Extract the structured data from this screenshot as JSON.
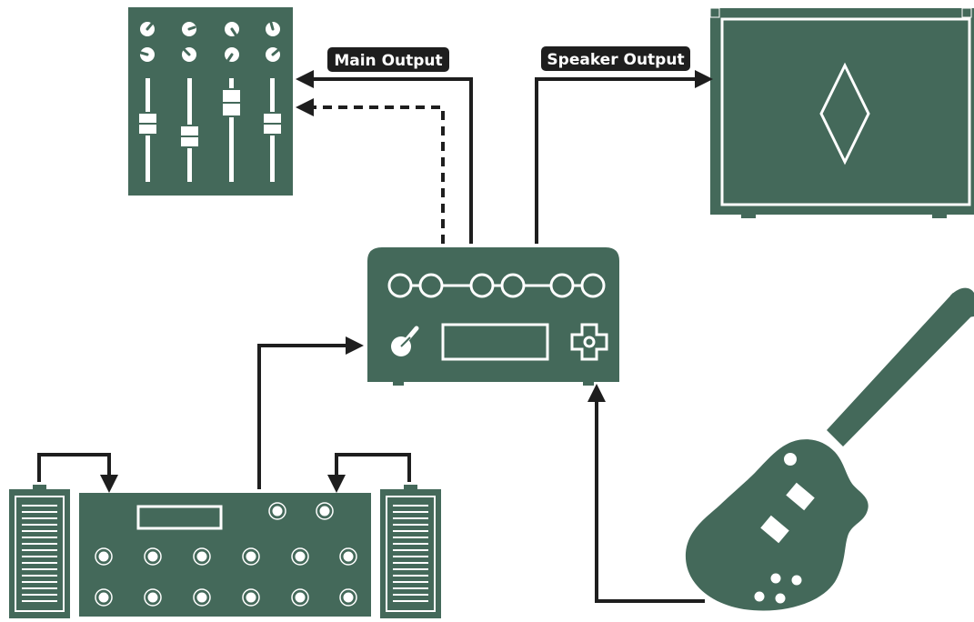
{
  "labels": {
    "main_output": "Main Output",
    "speaker_output": "Speaker Output"
  },
  "colors": {
    "device_fill": "#44695a",
    "detail": "#ffffff",
    "connection": "#1e1e1e",
    "label_bg": "#1e1e1e",
    "label_text": "#ffffff"
  },
  "devices": [
    {
      "name": "mixer",
      "icon": "mixing-console-icon"
    },
    {
      "name": "speaker-cabinet",
      "icon": "speaker-cabinet-icon"
    },
    {
      "name": "amp-profiler",
      "icon": "profiler-amp-icon"
    },
    {
      "name": "floor-controller",
      "icon": "footswitch-controller-icon"
    },
    {
      "name": "expression-pedal-left",
      "icon": "expression-pedal-icon"
    },
    {
      "name": "expression-pedal-right",
      "icon": "expression-pedal-icon"
    },
    {
      "name": "electric-guitar",
      "icon": "electric-guitar-icon"
    }
  ],
  "connections": [
    {
      "from": "amp-profiler",
      "to": "mixer",
      "style": "solid",
      "label": "main_output"
    },
    {
      "from": "amp-profiler",
      "to": "mixer",
      "style": "dashed"
    },
    {
      "from": "amp-profiler",
      "to": "speaker-cabinet",
      "style": "solid",
      "label": "speaker_output"
    },
    {
      "from": "floor-controller",
      "to": "amp-profiler",
      "style": "solid"
    },
    {
      "from": "expression-pedal-left",
      "to": "floor-controller",
      "style": "solid"
    },
    {
      "from": "expression-pedal-right",
      "to": "floor-controller",
      "style": "solid"
    },
    {
      "from": "electric-guitar",
      "to": "amp-profiler",
      "style": "solid"
    }
  ]
}
